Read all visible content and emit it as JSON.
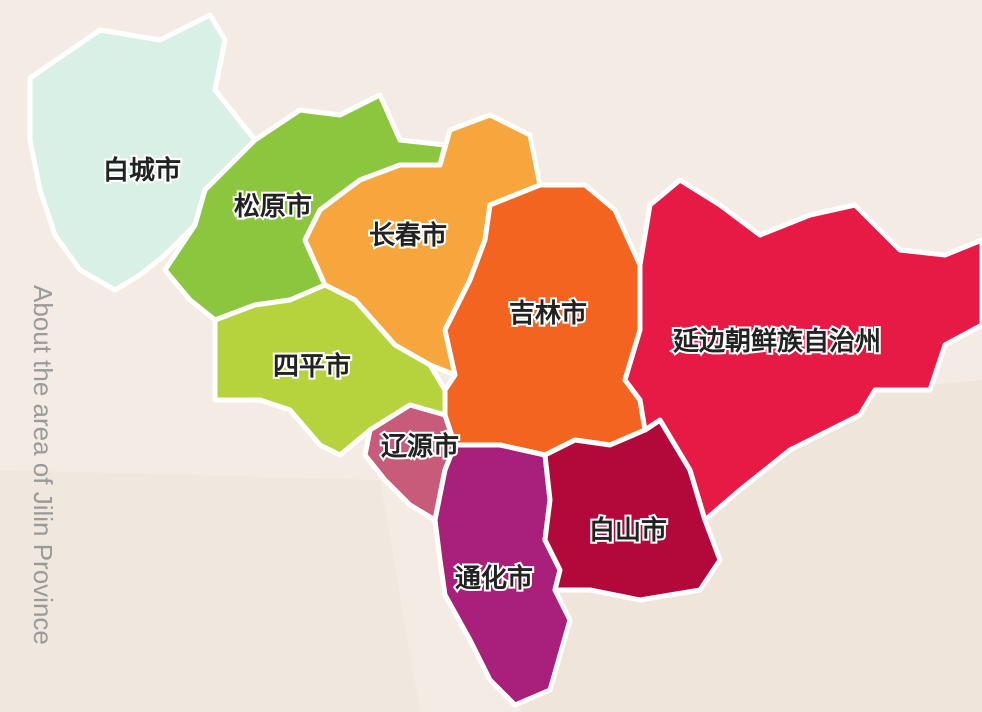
{
  "map": {
    "side_caption": "About the area of Jilin Province",
    "colors": {
      "background": "#f4ece4",
      "border": "#ffffff",
      "label_text": "#222222",
      "caption_text": "#9a9a9a"
    },
    "regions": [
      {
        "id": "baicheng",
        "name": "白城市",
        "color": "#d9f0e6"
      },
      {
        "id": "songyuan",
        "name": "松原市",
        "color": "#8cc63f"
      },
      {
        "id": "changchun",
        "name": "长春市",
        "color": "#f6a63c"
      },
      {
        "id": "siping",
        "name": "四平市",
        "color": "#b6d33e"
      },
      {
        "id": "liaoyuan",
        "name": "辽源市",
        "color": "#c85a7a"
      },
      {
        "id": "jilin",
        "name": "吉林市",
        "color": "#f2641f"
      },
      {
        "id": "tonghua",
        "name": "通化市",
        "color": "#a8207a"
      },
      {
        "id": "baishan",
        "name": "白山市",
        "color": "#b2083a"
      },
      {
        "id": "yanbian",
        "name": "延边朝鲜族自治州",
        "color": "#e61a45"
      }
    ]
  }
}
